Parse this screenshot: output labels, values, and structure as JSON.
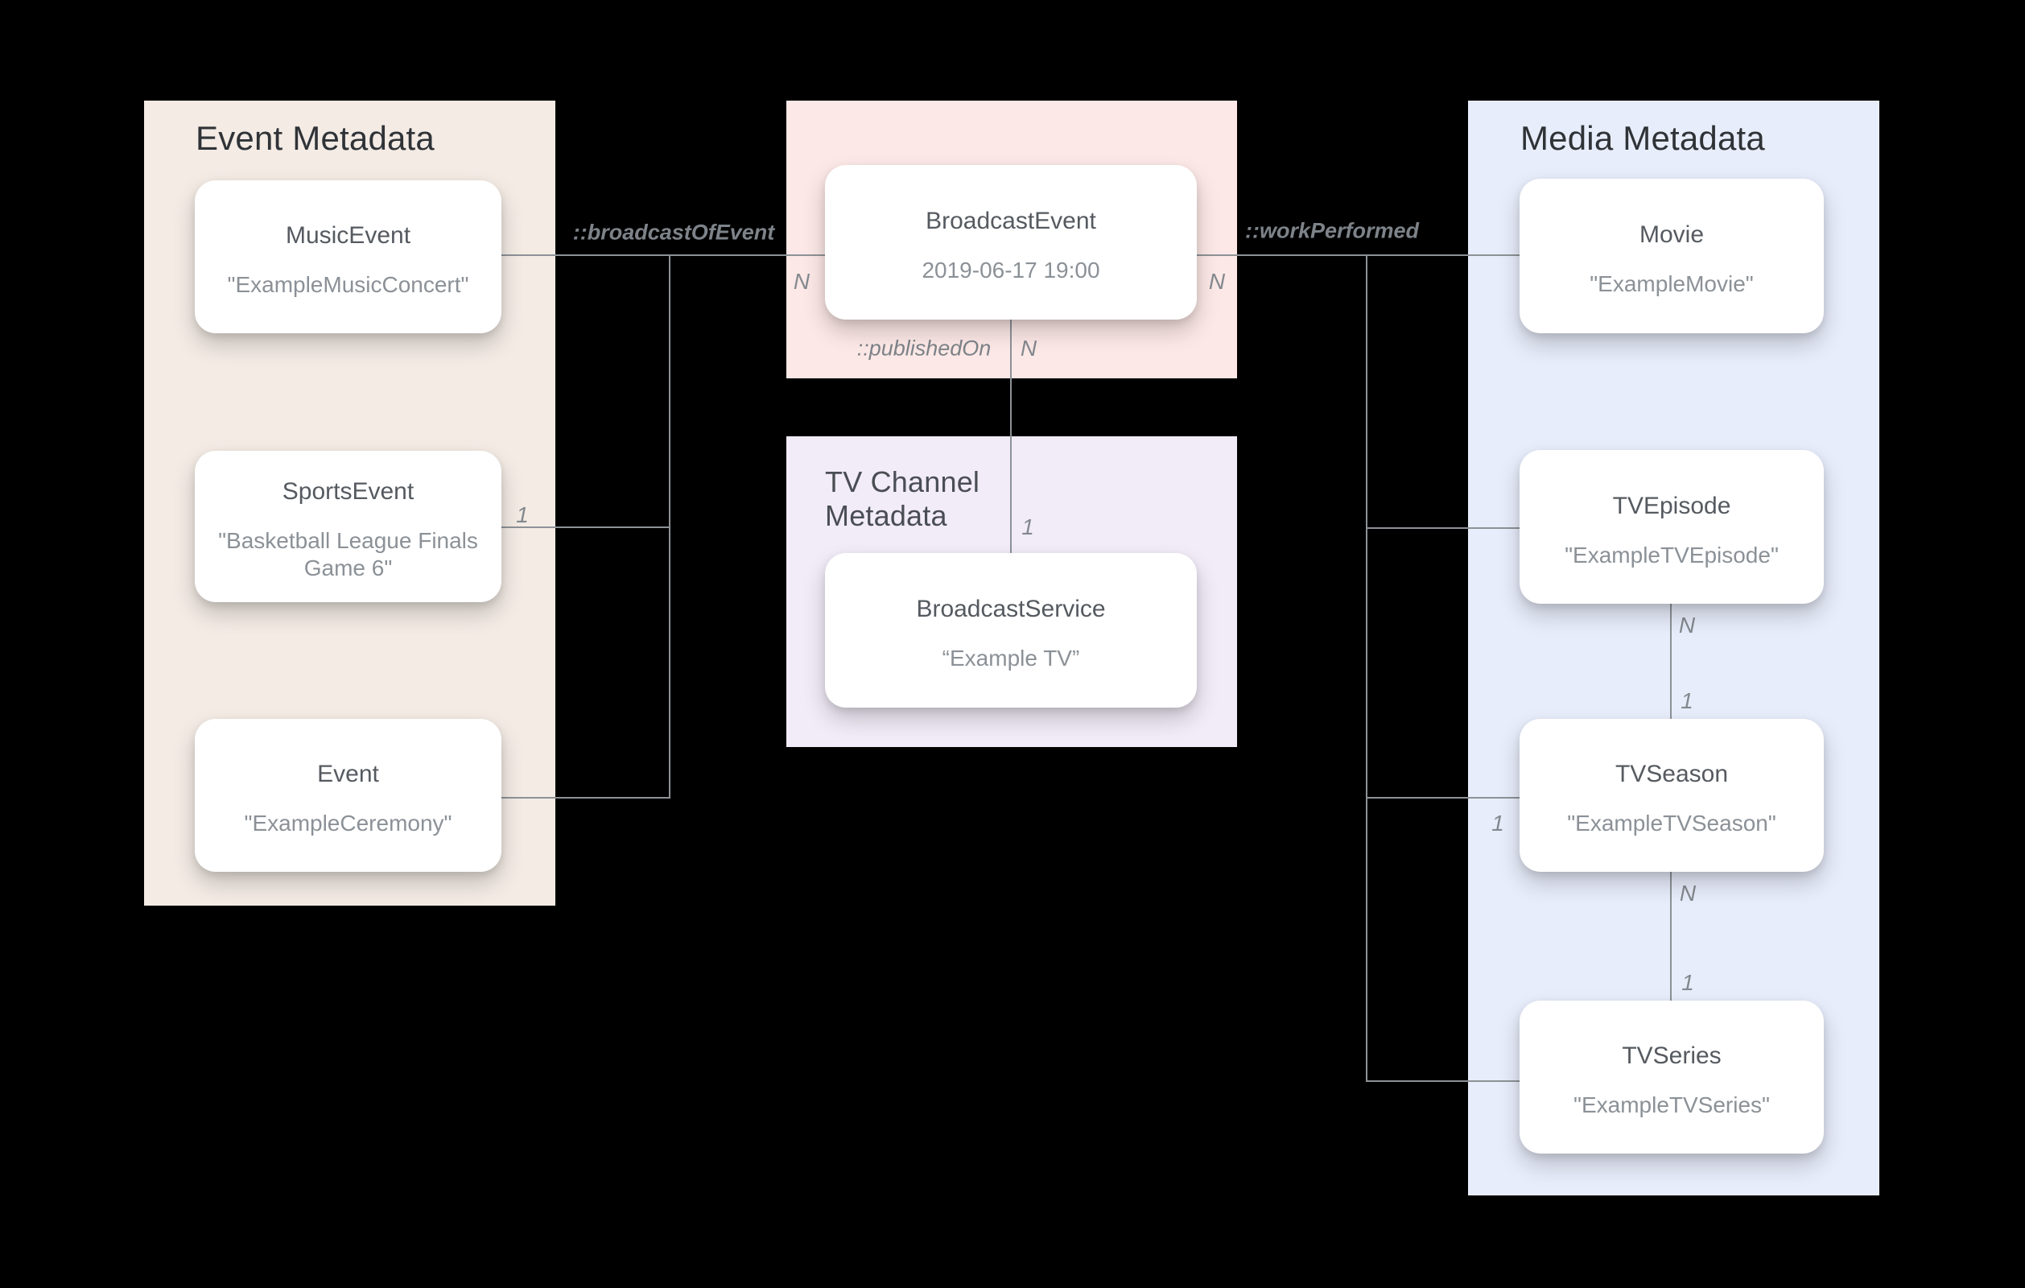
{
  "panels": {
    "event": {
      "title": "Event Metadata",
      "cards": [
        {
          "title": "MusicEvent",
          "subtitle": "\"ExampleMusicConcert\""
        },
        {
          "title": "SportsEvent",
          "subtitle": "\"Basketball League Finals Game 6\""
        },
        {
          "title": "Event",
          "subtitle": "\"ExampleCeremony\""
        }
      ]
    },
    "broadcast_event": {
      "cards": [
        {
          "title": "BroadcastEvent",
          "subtitle": "2019-06-17 19:00"
        }
      ]
    },
    "tv_channel": {
      "title": "TV Channel Metadata",
      "cards": [
        {
          "title": "BroadcastService",
          "subtitle": "“Example TV”"
        }
      ]
    },
    "media": {
      "title": "Media Metadata",
      "cards": [
        {
          "title": "Movie",
          "subtitle": "\"ExampleMovie\""
        },
        {
          "title": "TVEpisode",
          "subtitle": "\"ExampleTVEpisode\""
        },
        {
          "title": "TVSeason",
          "subtitle": "\"ExampleTVSeason\""
        },
        {
          "title": "TVSeries",
          "subtitle": "\"ExampleTVSeries\""
        }
      ]
    }
  },
  "relations": {
    "broadcast_of_event": {
      "label": "::broadcastOfEvent",
      "n": "N",
      "one": "1"
    },
    "work_performed": {
      "label": "::workPerformed",
      "n": "N",
      "one": "1"
    },
    "published_on": {
      "label": "::publishedOn",
      "n": "N",
      "one": "1"
    },
    "episode_to_season": {
      "n": "N",
      "one": "1"
    },
    "season_to_series": {
      "n": "N",
      "one": "1"
    }
  },
  "colors": {
    "background": "#000000",
    "event_panel": "#f3ebe4",
    "broadcast_event_panel": "#fce8e6",
    "tv_channel_panel": "#f2ecf8",
    "media_panel": "#e8edfb",
    "card": "#ffffff",
    "connector": "#8d9297",
    "panel_title": "#2f3337",
    "card_title": "#555a60",
    "card_subtitle": "#8b9197",
    "edge_label": "#7d8389"
  }
}
